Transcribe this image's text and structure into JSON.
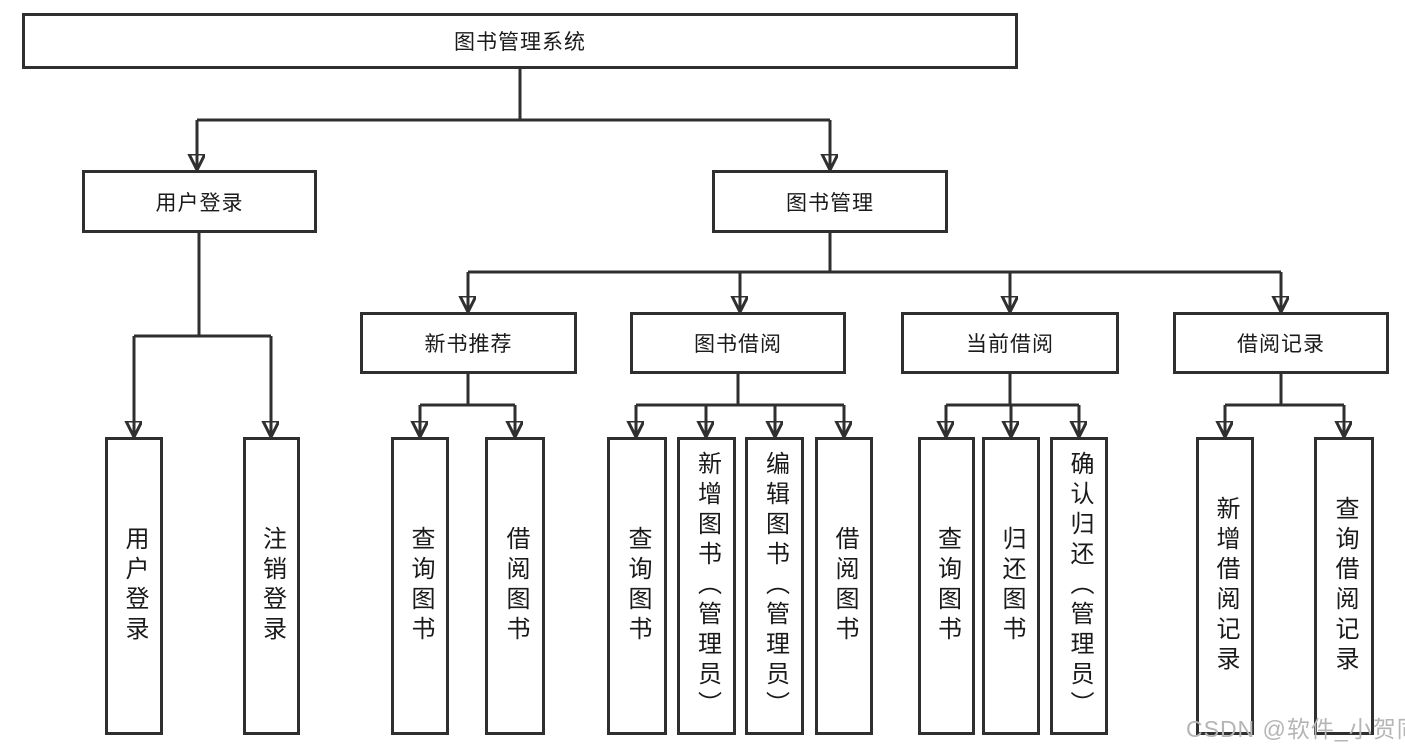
{
  "colors": {
    "line": "#2f2f2f",
    "box_border": "#2f2f2f",
    "text": "#1a1a1a",
    "watermark_text": "#b5b5b5",
    "background": "#ffffff"
  },
  "tree": {
    "root": {
      "label": "图书管理系统"
    },
    "children": [
      {
        "label": "用户登录",
        "children": [
          {
            "label": "用户登录"
          },
          {
            "label": "注销登录"
          }
        ]
      },
      {
        "label": "图书管理",
        "children": [
          {
            "label": "新书推荐",
            "children": [
              {
                "label": "查询图书"
              },
              {
                "label": "借阅图书"
              }
            ]
          },
          {
            "label": "图书借阅",
            "children": [
              {
                "label": "查询图书"
              },
              {
                "label": "新增图书（管理员）"
              },
              {
                "label": "编辑图书（管理员）"
              },
              {
                "label": "借阅图书"
              }
            ]
          },
          {
            "label": "当前借阅",
            "children": [
              {
                "label": "查询图书"
              },
              {
                "label": "归还图书"
              },
              {
                "label": "确认归还（管理员）"
              }
            ]
          },
          {
            "label": "借阅记录",
            "children": [
              {
                "label": "新增借阅记录"
              },
              {
                "label": "查询借阅记录"
              }
            ]
          }
        ]
      }
    ]
  },
  "watermark": {
    "text": "CSDN @软件_小贺同学"
  }
}
